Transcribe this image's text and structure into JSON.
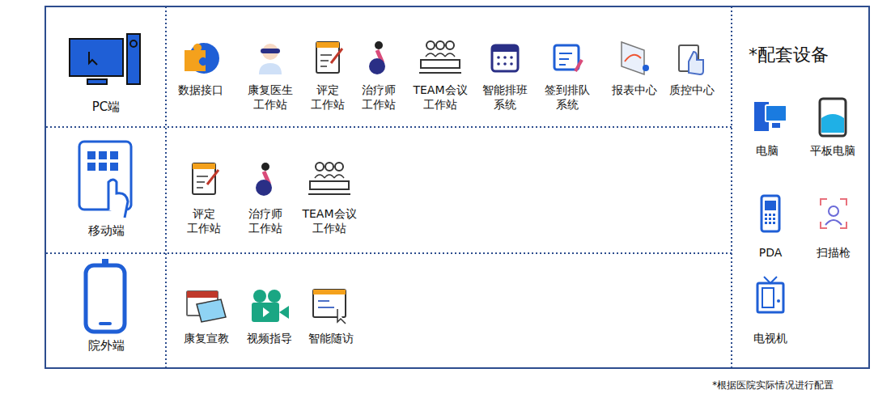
{
  "diagram": {
    "nodes": [
      {
        "text": [
          "PC端"
        ]
      },
      {
        "text": [
          "移动端"
        ]
      },
      {
        "text": [
          "院外端"
        ]
      },
      {
        "text": [
          "*配套设备"
        ]
      }
    ],
    "labels": [
      "数据接口",
      "康复医生 工作站",
      "评定 工作站",
      "治疗师 工作站",
      "TEAM会议 工作站",
      "智能排班 系统",
      "签到排队 系统",
      "报表中心",
      "质控中心",
      "评定 工作站",
      "治疗师 工作站",
      "TEAM会议 工作站",
      "康复宣教",
      "视频指导",
      "智能随访",
      "电脑",
      "平板电脑",
      "PDA",
      "扫描枪",
      "电视机",
      "*根据医院实际情况进行配置"
    ]
  }
}
